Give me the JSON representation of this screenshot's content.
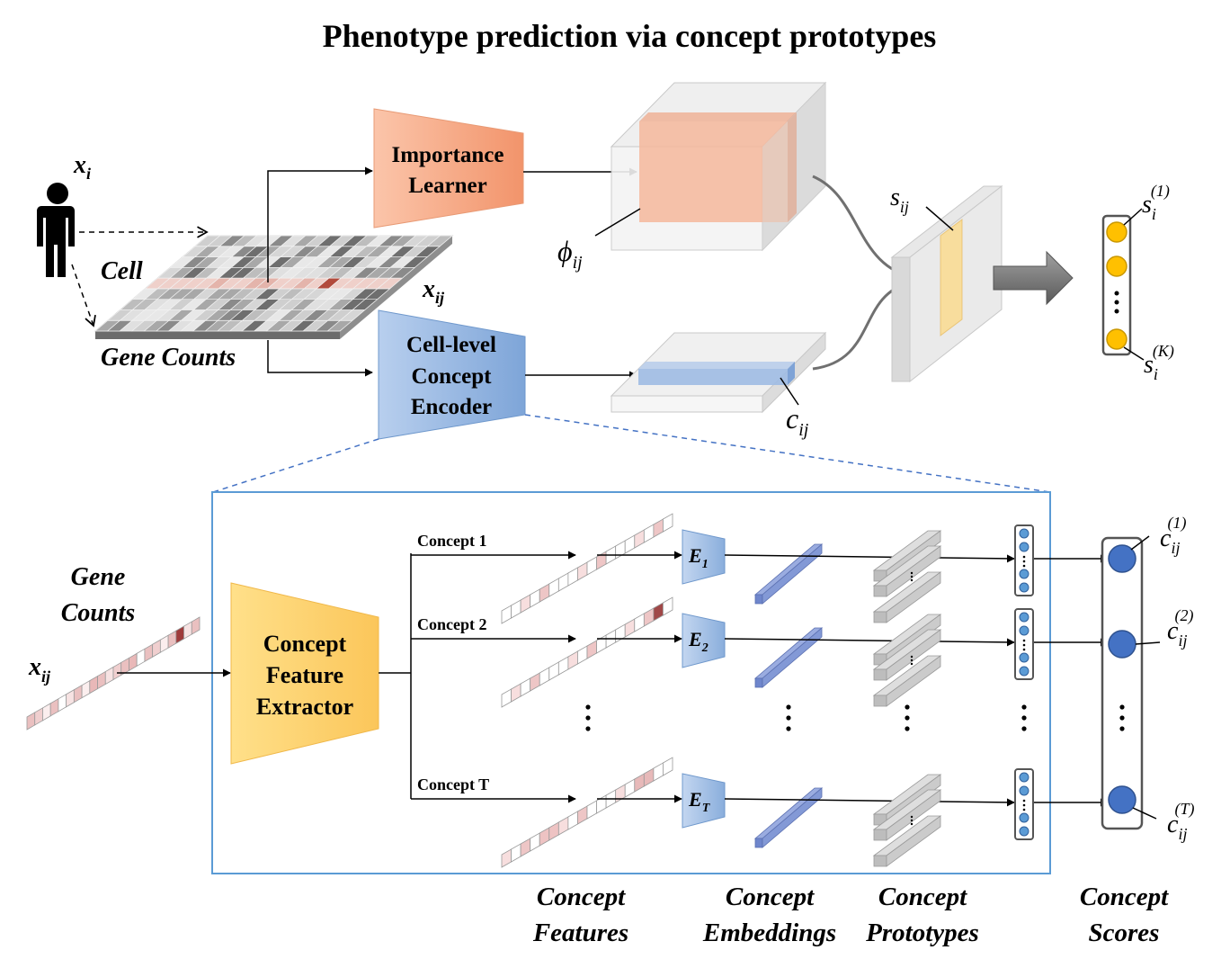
{
  "title": "Phenotype prediction via concept prototypes",
  "labels": {
    "xi_base": "x",
    "xi_sub": "i",
    "cell": "Cell",
    "gene_counts_top": "Gene Counts",
    "xij_base": "x",
    "xij_sub": "ij",
    "importance_learner": [
      "Importance",
      "Learner"
    ],
    "concept_encoder": [
      "Cell-level",
      "Concept",
      "Encoder"
    ],
    "phi_base": "ϕ",
    "phi_sub": "ij",
    "s_base": "s",
    "s_sub": "ij",
    "c_base": "c",
    "c_sub": "ij",
    "score_top_base": "s",
    "score_top_sub": "i",
    "score_top_sup": "(1)",
    "score_bot_base": "s",
    "score_bot_sub": "i",
    "score_bot_sup": "(K)",
    "gene_counts_lower": [
      "Gene",
      "Counts"
    ],
    "lower_xij_base": "x",
    "lower_xij_sub": "ij",
    "feature_extractor": [
      "Concept",
      "Feature",
      "Extractor"
    ],
    "concepts": [
      {
        "label": "Concept 1",
        "enc_base": "E",
        "enc_sub": "1",
        "score_base": "c",
        "score_sub": "ij",
        "score_sup": "(1)"
      },
      {
        "label": "Concept 2",
        "enc_base": "E",
        "enc_sub": "2",
        "score_base": "c",
        "score_sub": "ij",
        "score_sup": "(2)"
      },
      {
        "label": "Concept T",
        "enc_base": "E",
        "enc_sub": "T",
        "score_base": "c",
        "score_sub": "ij",
        "score_sup": "(T)"
      }
    ],
    "bottom_captions": [
      [
        "Concept",
        "Features"
      ],
      [
        "Concept",
        "Embeddings"
      ],
      [
        "Concept",
        "Prototypes"
      ],
      [
        "Concept",
        "Scores"
      ]
    ]
  },
  "colors": {
    "importance_fill": "#f4a582",
    "encoder_fill": "#8fb4e0",
    "extractor_fill": "#fdd37a",
    "score_yellow": "#ffc000",
    "score_blue": "#4472c4",
    "frame_blue": "#5b9bd5"
  }
}
